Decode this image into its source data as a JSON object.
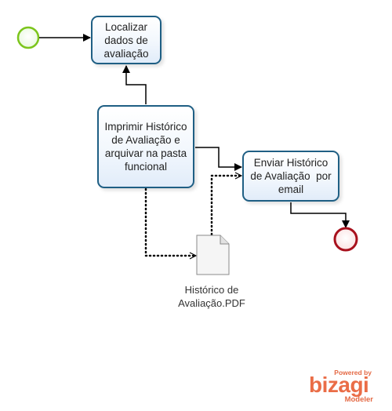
{
  "tasks": {
    "localizar": {
      "lines": [
        "Localizar",
        "dados de",
        "avaliação"
      ]
    },
    "imprimir": {
      "lines": [
        "Imprimir Histórico",
        "de Avaliação e",
        "arquivar na pasta",
        "funcional"
      ]
    },
    "enviar": {
      "lines": [
        "Enviar Histórico",
        "de Avaliação  por",
        "email"
      ]
    }
  },
  "document": {
    "lines": [
      "Histórico de",
      "Avaliação.PDF"
    ]
  },
  "branding": {
    "powered_by": "Powered by",
    "name": "bizagi",
    "product": "Modeler"
  },
  "colors": {
    "start_event": "#7cc51c",
    "end_event": "#a8111d",
    "task_border": "#1f5f84",
    "brand": "#ea6d47"
  }
}
